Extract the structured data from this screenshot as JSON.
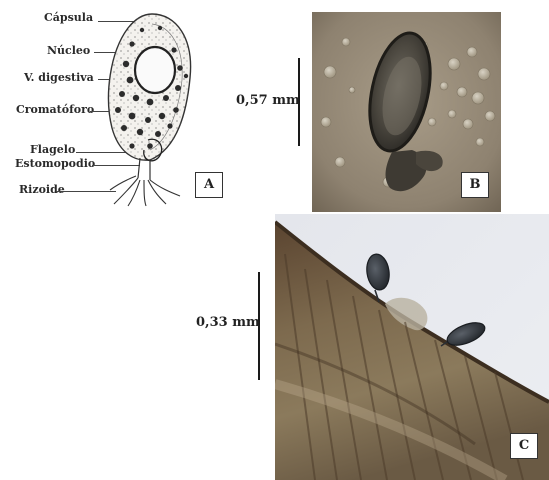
{
  "panel_a": {
    "labels": [
      "Cápsula",
      "Núcleo",
      "V. digestiva",
      "Cromatóforo",
      "Flagelo",
      "Estomopodio",
      "Rizoide"
    ],
    "letter": "A"
  },
  "panel_b": {
    "letter": "B",
    "scale_label": "0,57 mm"
  },
  "panel_c": {
    "letter": "C",
    "scale_label": "0,33 mm"
  },
  "colors": {
    "photo_b_background": "#8e8270",
    "photo_c_background": "#e6e8ee",
    "algae_filament": "#6b5032",
    "cell_dark": "#2f3338"
  }
}
